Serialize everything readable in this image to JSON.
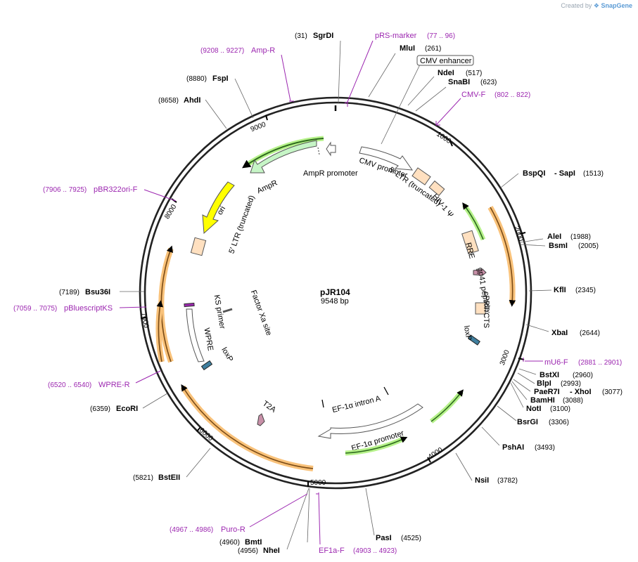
{
  "credit": {
    "text": "Created by",
    "brand": "SnapGene"
  },
  "plasmid": {
    "name": "pJR104",
    "length_label": "9548 bp"
  },
  "ticks": [
    "1000",
    "2000",
    "3000",
    "4000",
    "5000",
    "6000",
    "7000",
    "8000",
    "9000"
  ],
  "sites": [
    {
      "name": "SgrDI",
      "pos": "(31)"
    },
    {
      "name": "MluI",
      "pos": "(261)"
    },
    {
      "name": "NdeI",
      "pos": "(517)"
    },
    {
      "name": "SnaBI",
      "pos": "(623)"
    },
    {
      "name": "BspQI",
      "pos": "(1513)",
      "extra": "- SapI"
    },
    {
      "name": "AleI",
      "pos": "(1988)"
    },
    {
      "name": "BsmI",
      "pos": "(2005)"
    },
    {
      "name": "KflI",
      "pos": "(2345)"
    },
    {
      "name": "XbaI",
      "pos": "(2644)"
    },
    {
      "name": "BstXI",
      "pos": "(2960)"
    },
    {
      "name": "BlpI",
      "pos": "(2993)"
    },
    {
      "name": "PaeR7I",
      "pos": "(3077)",
      "extra": "- XhoI"
    },
    {
      "name": "BamHI",
      "pos": "(3088)"
    },
    {
      "name": "NotI",
      "pos": "(3100)"
    },
    {
      "name": "BsrGI",
      "pos": "(3306)"
    },
    {
      "name": "PshAI",
      "pos": "(3493)"
    },
    {
      "name": "NsiI",
      "pos": "(3782)"
    },
    {
      "name": "PasI",
      "pos": "(4525)"
    },
    {
      "name": "BmtI",
      "pos": "(4960)"
    },
    {
      "name": "NheI",
      "pos": "(4956)"
    },
    {
      "name": "BstEII",
      "pos": "(5821)"
    },
    {
      "name": "EcoRI",
      "pos": "(6359)"
    },
    {
      "name": "Bsu36I",
      "pos": "(7189)"
    },
    {
      "name": "AhdI",
      "pos": "(8658)"
    },
    {
      "name": "FspI",
      "pos": "(8880)"
    }
  ],
  "primers": [
    {
      "name": "pRS-marker",
      "pos": "(77 .. 96)"
    },
    {
      "name": "CMV-F",
      "pos": "(802 .. 822)"
    },
    {
      "name": "mU6-F",
      "pos": "(2881 .. 2901)"
    },
    {
      "name": "EF1a-F",
      "pos": "(4903 .. 4923)"
    },
    {
      "name": "Puro-R",
      "pos": "(4967 .. 4986)"
    },
    {
      "name": "WPRE-R",
      "pos": "(6520 .. 6540)"
    },
    {
      "name": "pBluescriptKS",
      "pos": "(7059 .. 7075)"
    },
    {
      "name": "pBR322ori-F",
      "pos": "(7906 .. 7925)"
    },
    {
      "name": "Amp-R",
      "pos": "(9208 .. 9227)"
    }
  ],
  "boxed_label": "CMV enhancer",
  "features": {
    "cmv_promoter": "CMV promoter",
    "ltr3": "5′ LTR (truncated)",
    "hiv": "HIV-1 Ψ",
    "rre": "RRE",
    "gp41": "gp41 peptide",
    "cppt": "cPPT/CTS",
    "loxp_right": "loxP",
    "ef1a_intron": "EF-1α intron A",
    "ef1a_promoter": "EF-1α promoter",
    "t2a": "T2A",
    "loxp_left": "loxP",
    "wpre": "WPRE",
    "ks_primer": "KS primer",
    "factor_xa": "Factor Xa site",
    "ltr5": "5′ LTR (truncated)",
    "ori": "ori",
    "ampr": "AmpR",
    "ampr_promoter": "AmpR promoter"
  },
  "colors": {
    "primer": "#9c27b0",
    "promoter_green": "#c6f5c6",
    "ori_yellow": "#ffff00",
    "ltr_peach": "#ffe0c0",
    "orf_orange_glow": "#f9c27a",
    "orf_green_glow": "#b6f28a",
    "loxp_teal": "#3f7f9f",
    "peptide_pink": "#c890a8"
  }
}
